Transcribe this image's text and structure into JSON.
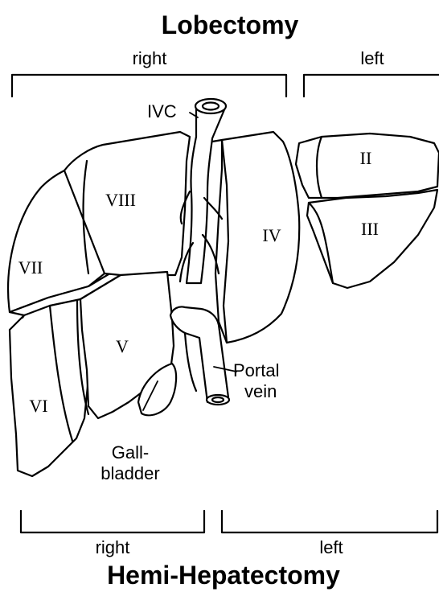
{
  "top_title": "Lobectomy",
  "top_right_label": "right",
  "top_left_label": "left",
  "bottom_title": "Hemi-Hepatectomy",
  "bottom_right_label": "right",
  "bottom_left_label": "left",
  "segments": {
    "s2": "II",
    "s3": "III",
    "s4": "IV",
    "s5": "V",
    "s6": "VI",
    "s7": "VII",
    "s8": "VIII"
  },
  "labels": {
    "ivc": "IVC",
    "portal_1": "Portal",
    "portal_2": "vein",
    "gall_1": "Gall-",
    "gall_2": "bladder"
  }
}
